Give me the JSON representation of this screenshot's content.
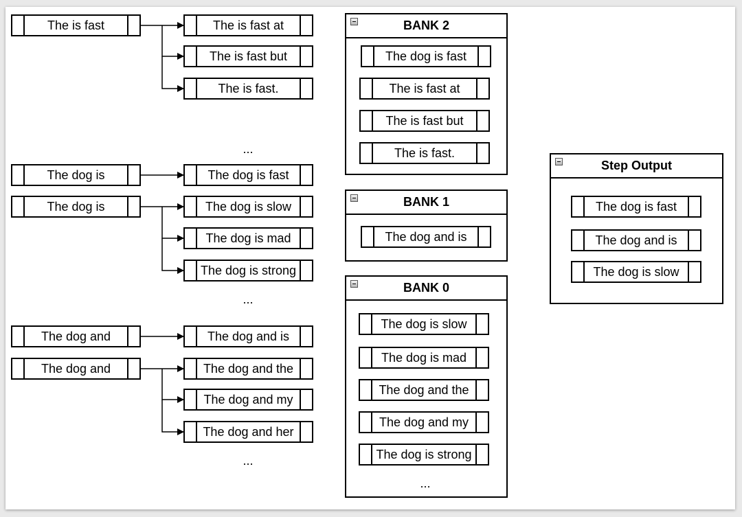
{
  "left_graph": {
    "group_fast": {
      "source": "The is fast",
      "targets": [
        "The is fast at",
        "The is fast but",
        "The is fast."
      ]
    },
    "ellipsis_1": "...",
    "group_dog_is_a": {
      "source": "The dog is",
      "targets": [
        "The dog is fast"
      ]
    },
    "group_dog_is_b": {
      "source": "The dog is",
      "targets": [
        "The dog is slow",
        "The dog is mad",
        "The dog is strong"
      ]
    },
    "ellipsis_2": "...",
    "group_dog_and_a": {
      "source": "The dog and",
      "targets": [
        "The dog and is"
      ]
    },
    "group_dog_and_b": {
      "source": "The dog and",
      "targets": [
        "The dog and the",
        "The dog and my",
        "The dog and her"
      ]
    },
    "ellipsis_3": "..."
  },
  "banks": [
    {
      "title": "BANK 2",
      "items": [
        "The dog is fast",
        "The is fast at",
        "The is fast but",
        "The is fast."
      ]
    },
    {
      "title": "BANK 1",
      "items": [
        "The dog and is"
      ]
    },
    {
      "title": "BANK 0",
      "items": [
        "The dog is slow",
        "The dog is mad",
        "The dog and the",
        "The dog and my",
        "The dog is strong"
      ],
      "ellipsis": "..."
    }
  ],
  "step_output": {
    "title": "Step Output",
    "items": [
      "The dog is fast",
      "The dog and is",
      "The dog is slow"
    ]
  }
}
